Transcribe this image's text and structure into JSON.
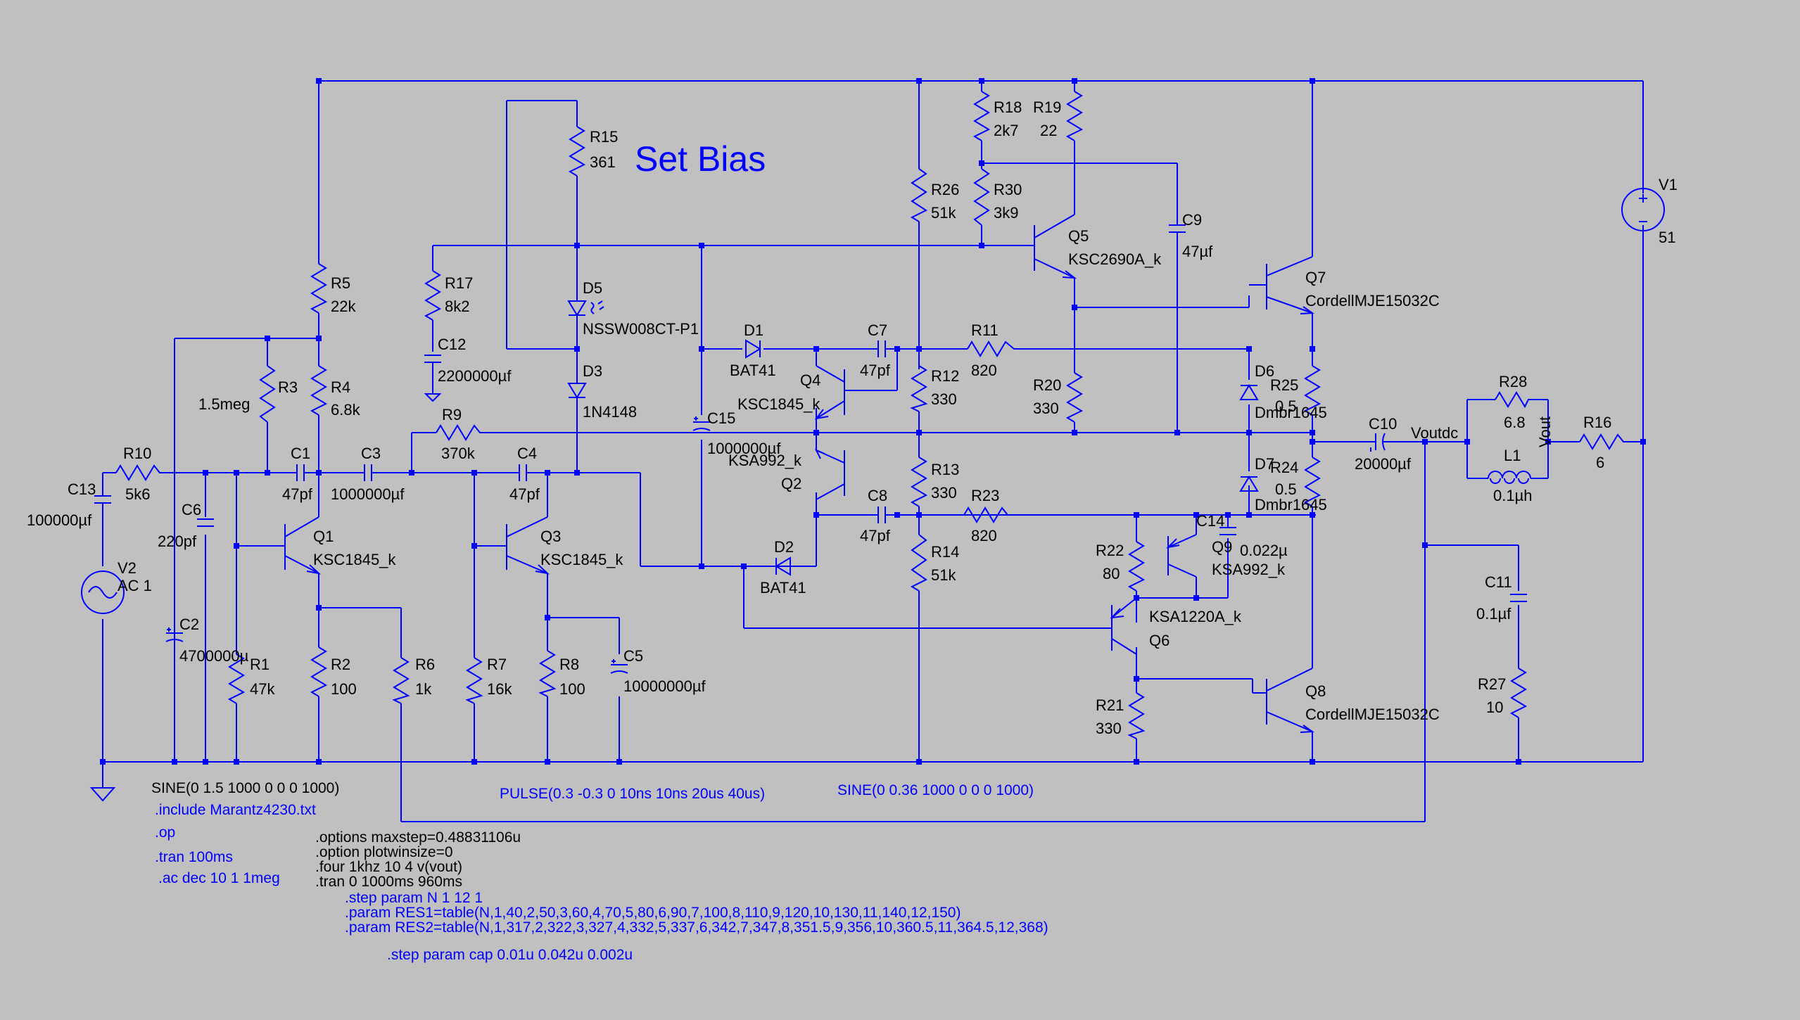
{
  "title": "Set Bias",
  "accent_color": "#0000ff",
  "background_color": "#c0c0c0",
  "components": {
    "R15": {
      "ref": "R15",
      "value": "361"
    },
    "R5": {
      "ref": "R5",
      "value": "22k"
    },
    "R17": {
      "ref": "R17",
      "value": "8k2"
    },
    "R4": {
      "ref": "R4",
      "value": "6.8k"
    },
    "R3": {
      "ref": "R3",
      "value": "1.5meg"
    },
    "R10": {
      "ref": "R10",
      "value": "5k6"
    },
    "R9": {
      "ref": "R9",
      "value": "370k"
    },
    "R1": {
      "ref": "R1",
      "value": "47k"
    },
    "R2": {
      "ref": "R2",
      "value": "100"
    },
    "R6": {
      "ref": "R6",
      "value": "1k"
    },
    "R7": {
      "ref": "R7",
      "value": "16k"
    },
    "R8": {
      "ref": "R8",
      "value": "100"
    },
    "R18": {
      "ref": "R18",
      "value": "2k7"
    },
    "R19": {
      "ref": "R19",
      "value": "22"
    },
    "R26": {
      "ref": "R26",
      "value": "51k"
    },
    "R30": {
      "ref": "R30",
      "value": "3k9"
    },
    "R11": {
      "ref": "R11",
      "value": "820"
    },
    "R12": {
      "ref": "R12",
      "value": "330"
    },
    "R20": {
      "ref": "R20",
      "value": "330"
    },
    "R13": {
      "ref": "R13",
      "value": "330"
    },
    "R23": {
      "ref": "R23",
      "value": "820"
    },
    "R14": {
      "ref": "R14",
      "value": "51k"
    },
    "R22": {
      "ref": "R22",
      "value": "80"
    },
    "R21": {
      "ref": "R21",
      "value": "330"
    },
    "R25": {
      "ref": "R25",
      "value": "0.5"
    },
    "R24": {
      "ref": "R24",
      "value": "0.5"
    },
    "R28": {
      "ref": "R28",
      "value": "6.8"
    },
    "R16": {
      "ref": "R16",
      "value": "6"
    },
    "R27": {
      "ref": "R27",
      "value": "10"
    },
    "C13": {
      "ref": "C13",
      "value": "100000µf"
    },
    "C6": {
      "ref": "C6",
      "value": "220pf"
    },
    "C2": {
      "ref": "C2",
      "value": "4700000µ"
    },
    "C1": {
      "ref": "C1",
      "value": "47pf"
    },
    "C3": {
      "ref": "C3",
      "value": "1000000µf"
    },
    "C4": {
      "ref": "C4",
      "value": "47pf"
    },
    "C5": {
      "ref": "C5",
      "value": "10000000µf"
    },
    "C12": {
      "ref": "C12",
      "value": "2200000µf"
    },
    "C15": {
      "ref": "C15",
      "value": "1000000µf"
    },
    "C7": {
      "ref": "C7",
      "value": "47pf"
    },
    "C8": {
      "ref": "C8",
      "value": "47pf"
    },
    "C9": {
      "ref": "C9",
      "value": "47µf"
    },
    "C14": {
      "ref": "C14",
      "value": "0.022µ"
    },
    "C10": {
      "ref": "C10",
      "value": "20000µf"
    },
    "C11": {
      "ref": "C11",
      "value": "0.1µf"
    },
    "L1": {
      "ref": "L1",
      "value": "0.1µh"
    },
    "D5": {
      "ref": "D5",
      "value": "NSSW008CT-P1"
    },
    "D3": {
      "ref": "D3",
      "value": "1N4148"
    },
    "D1": {
      "ref": "D1",
      "value": "BAT41"
    },
    "D2": {
      "ref": "D2",
      "value": "BAT41"
    },
    "D6": {
      "ref": "D6",
      "value": "Dmbr1645"
    },
    "D7": {
      "ref": "D7",
      "value": "Dmbr1645"
    },
    "Q1": {
      "ref": "Q1",
      "value": "KSC1845_k"
    },
    "Q3": {
      "ref": "Q3",
      "value": "KSC1845_k"
    },
    "Q4": {
      "ref": "Q4",
      "value": "KSC1845_k"
    },
    "Q2": {
      "ref": "Q2",
      "value": "KSA992_k"
    },
    "Q5": {
      "ref": "Q5",
      "value": "KSC2690A_k"
    },
    "Q7": {
      "ref": "Q7",
      "value": "CordellMJE15032C"
    },
    "Q8": {
      "ref": "Q8",
      "value": "CordellMJE15032C"
    },
    "Q6": {
      "ref": "Q6",
      "value": "KSA1220A_k"
    },
    "Q9": {
      "ref": "Q9",
      "value": "KSA992_k"
    },
    "V1": {
      "ref": "V1",
      "value": "51"
    },
    "V2": {
      "ref": "V2",
      "value": "AC 1"
    }
  },
  "nets": {
    "voutdc": "Voutdc",
    "vout": "Vout"
  },
  "sources": {
    "v2_sine": "SINE(0 1.5 1000 0 0 0 1000)",
    "pulse": "PULSE(0.3 -0.3 0 10ns 10ns 20us 40us)",
    "sine2": "SINE(0 0.36 1000 0 0 0 1000)"
  },
  "directives_blue": [
    ".include Marantz4230.txt",
    ".op",
    ".tran 100ms",
    ".ac dec 10 1 1meg"
  ],
  "directives_black": [
    ".options maxstep=0.48831106u",
    ".option plotwinsize=0",
    ".four 1khz 10 4 v(vout)",
    ".tran 0 1000ms 960ms"
  ],
  "directives_step": [
    ".step param N 1 12 1",
    ".param RES1=table(N,1,40,2,50,3,60,4,70,5,80,6,90,7,100,8,110,9,120,10,130,11,140,12,150)",
    ".param RES2=table(N,1,317,2,322,3,327,4,332,5,337,6,342,7,347,8,351.5,9,356,10,360.5,11,364.5,12,368)"
  ],
  "directive_cap": ".step param cap 0.01u 0.042u 0.002u"
}
